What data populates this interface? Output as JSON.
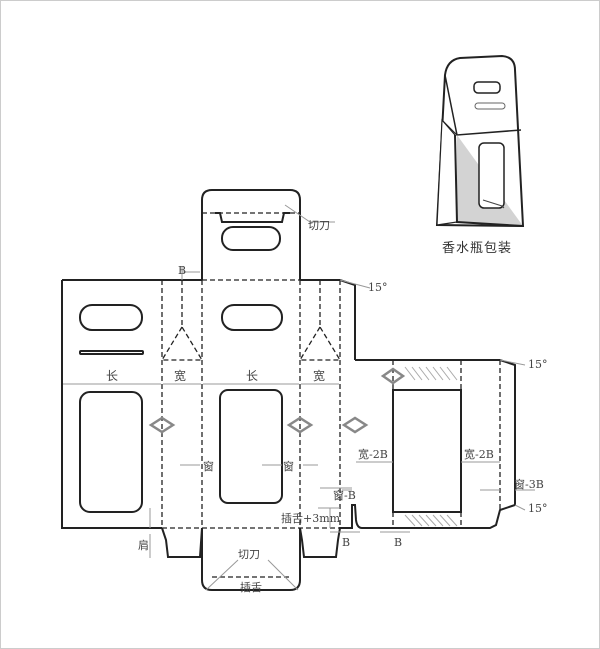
{
  "caption": "香水瓶包装",
  "labels": {
    "cut_knife": "切刀",
    "b": "B",
    "angle": "15°",
    "length": "长",
    "width": "宽",
    "window": "窗",
    "width_minus_2b": "宽-2B",
    "window_minus_b": "窗-B",
    "window_minus_3b": "窗-3B",
    "tuck_plus_3mm": "插舌+3mm",
    "shoulder": "肩",
    "tuck_tongue": "插舌"
  },
  "colors": {
    "line": "#222222",
    "dimension": "#999999",
    "shade": "#c8c8c8"
  }
}
